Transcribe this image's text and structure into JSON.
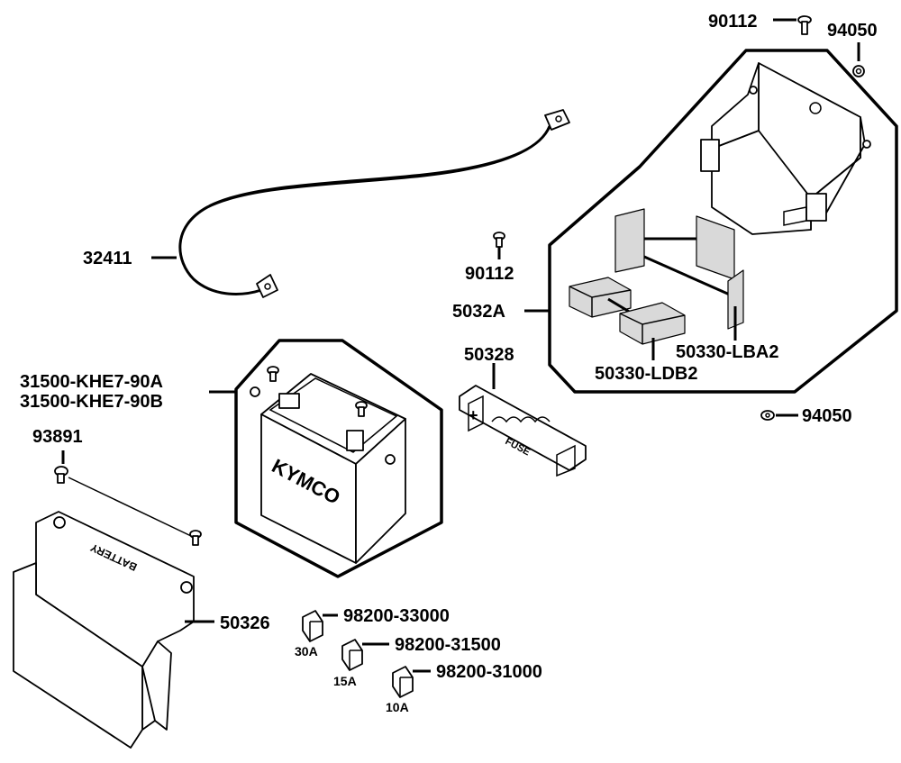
{
  "labels": {
    "cable": "32411",
    "screw_top": "90112",
    "nut_top": "94050",
    "screw_mid": "90112",
    "holder_group": "5032A",
    "pad_b": "50330-LBA2",
    "pad_d": "50330-LDB2",
    "fuse_plate": "50328",
    "nut_mid": "94050",
    "battery_a": "31500-KHE7-90A",
    "battery_b": "31500-KHE7-90B",
    "bolt": "93891",
    "cover": "50326",
    "fuse_30": "98200-33000",
    "fuse_15": "98200-31500",
    "fuse_10": "98200-31000"
  },
  "fuse_ratings": {
    "f30": "30A",
    "f15": "15A",
    "f10": "10A"
  },
  "markings": {
    "fuse_plate": "FUSE",
    "battery_brand": "KYMCO",
    "cover_text": "BATTERY"
  }
}
